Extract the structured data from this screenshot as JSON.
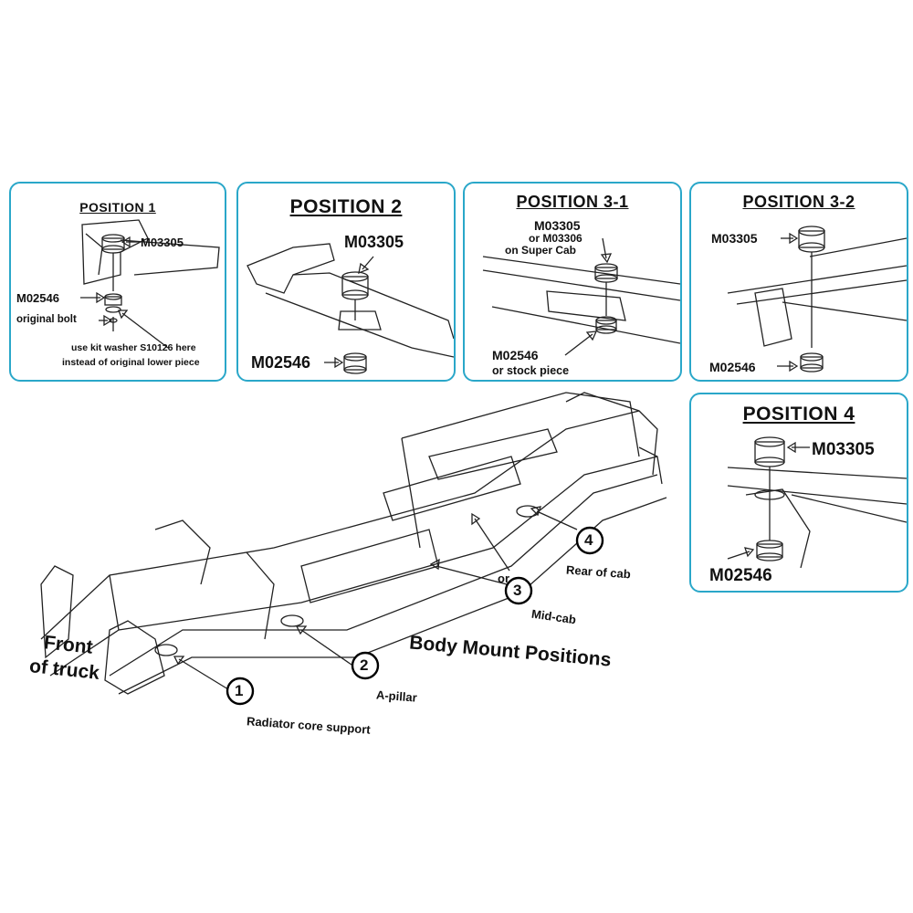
{
  "panels": {
    "p1": {
      "title": "POSITION 1",
      "upper": "M03305",
      "lower": "M02546",
      "bolt": "original bolt",
      "note1": "use kit washer S10126 here",
      "note2": "instead of original lower piece"
    },
    "p2": {
      "title": "POSITION 2",
      "upper": "M03305",
      "lower": "M02546"
    },
    "p31": {
      "title": "POSITION 3-1",
      "upper": "M03305",
      "upper_alt1": "or M03306",
      "upper_alt2": "on Super Cab",
      "lower": "M02546",
      "lower_alt": "or stock piece"
    },
    "p32": {
      "title": "POSITION 3-2",
      "upper": "M03305",
      "lower": "M02546"
    },
    "p4": {
      "title": "POSITION 4",
      "upper": "M03305",
      "lower": "M02546"
    }
  },
  "frame": {
    "front_line1": "Front",
    "front_line2": "of truck",
    "heading": "Body Mount Positions",
    "markers": [
      {
        "num": "1",
        "label": "Radiator core support"
      },
      {
        "num": "2",
        "label": "A-pillar"
      },
      {
        "num": "3",
        "label": "Mid-cab"
      },
      {
        "num": "4",
        "label": "Rear of cab"
      }
    ],
    "or_label": "or"
  },
  "colors": {
    "panel_border": "#2aa7c9",
    "ink": "#111111"
  }
}
